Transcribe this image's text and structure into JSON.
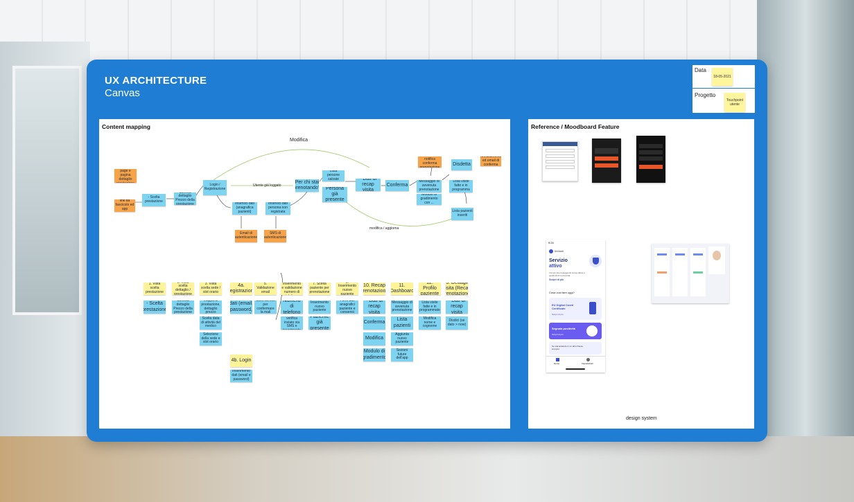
{
  "board": {
    "title": "UX ARCHITECTURE",
    "subtitle": "Canvas",
    "meta": {
      "data_label": "Data",
      "data_value": "18-05-2021",
      "progetto_label": "Progetto",
      "progetto_value": "Touchpoint utente"
    }
  },
  "content_mapping": {
    "title": "Content mapping",
    "flow_labels": {
      "modifica": "Modifica",
      "utente_gia_loggato": "Utente già loggato",
      "modifica_aggiorna": "modifica / aggiorna"
    },
    "flow_notes": [
      {
        "id": "n1",
        "color": "orange",
        "text": "CTA in home page e pagina dettaglio prestazione"
      },
      {
        "id": "n2",
        "color": "orange",
        "text": "link da fascicolo ed app"
      },
      {
        "id": "n3",
        "color": "blue",
        "text": "- Scelta prestazione"
      },
      {
        "id": "n4",
        "color": "blue",
        "text": "Scheda dettaglio Prezzo della prestazione"
      },
      {
        "id": "n5",
        "color": "blue",
        "text": "Login / Registrazione"
      },
      {
        "id": "n6",
        "color": "blue",
        "text": "Inserisci dati (anagrafica pazienti)"
      },
      {
        "id": "n7",
        "color": "blue",
        "text": "Inserisci dati persona non registrata"
      },
      {
        "id": "n8",
        "color": "orange",
        "text": "Email di autenticazione"
      },
      {
        "id": "n9",
        "color": "orange",
        "text": "SMS di autenticazione"
      },
      {
        "id": "n10",
        "color": "blue",
        "text": "Per chi stai prenotando?"
      },
      {
        "id": "n11",
        "color": "blue",
        "text": "Lista persone salvate"
      },
      {
        "id": "n12",
        "color": "blue",
        "text": "Persona già presente"
      },
      {
        "id": "n13",
        "color": "blue",
        "text": "- Dati di recap visita"
      },
      {
        "id": "n14",
        "color": "blue",
        "text": "Conferma"
      },
      {
        "id": "n15",
        "color": "orange",
        "text": "Email e notifica conferma prenotazione"
      },
      {
        "id": "n16",
        "color": "blue",
        "text": "Messaggio di avvenuta prenotazione"
      },
      {
        "id": "n17",
        "color": "blue",
        "text": "Modulo di gradimento con ..."
      },
      {
        "id": "n18",
        "color": "blue",
        "text": "Disdetta"
      },
      {
        "id": "n19",
        "color": "orange",
        "text": "Annullamento ed email di conferma"
      },
      {
        "id": "n20",
        "color": "blue",
        "text": "Lista visite fatte e in programma"
      },
      {
        "id": "n21",
        "color": "blue",
        "text": "Lista pazienti inseriti"
      }
    ],
    "steps": [
      {
        "header": "1. Vista scelta prestazione",
        "items": [
          "- Scelta prestazione"
        ]
      },
      {
        "header": "2. Vista scelta dettaglio / prestazione",
        "items": [
          "Scheda dettaglio Prezzo della prestazione"
        ]
      },
      {
        "header": "3. Vista scelta sede / slot orario",
        "items": [
          "Mappa di prestazione, dettaglio prezzo",
          "Scelta data di attività del medico",
          "Selezione della sede e slot orario"
        ]
      },
      {
        "header": "4a. Registrazione",
        "items": [
          "Inserimento dati (email, password, consensi)"
        ]
      },
      {
        "header": "5. Validazione email",
        "items": [
          "Click sul link per confermare la mail"
        ]
      },
      {
        "header": "6. Inserimento e validazione numero di telefono",
        "items": [
          "Numero di telefono",
          "Codice di verifica inviato via SMS e inserimento"
        ]
      },
      {
        "header": "7. Scelta paziente per prenotazione",
        "items": [
          "Inserimento nuovo paziente",
          "Paziente già presente"
        ]
      },
      {
        "header": "8. Inserimento nuovo paziente",
        "items": [
          "Form dati anagrafici paziente e consensi"
        ]
      },
      {
        "header": "10. Recap prenotazione",
        "items": [
          "- Dati di recap visita",
          "Conferma",
          "Modifica",
          "Modulo di gradimento"
        ]
      },
      {
        "header": "11. Dashboard",
        "items": [
          "Messaggio di avvenuta prenotazione",
          "Lista pazienti",
          "Aggiunta nuovo paziente",
          "Sezioni future dell'app"
        ]
      },
      {
        "header": "12. Profilo paziente",
        "items": [
          "Lista visite fatte e in programmate",
          "Modifica nome e cognome"
        ]
      },
      {
        "header": "13. Dettaglio visita (Recap prenotazione)",
        "items": [
          "- Dati di recap visita",
          "Disdici (se dato > now)"
        ]
      }
    ],
    "login": {
      "header": "4b. Login",
      "item": "Inserimento dati (email e password)"
    }
  },
  "moodboard": {
    "title": "Reference / Moodboard Feature",
    "phone": {
      "status_time": "9:24",
      "brand": "Immuni",
      "heading_line1": "Servizio",
      "heading_line2": "attivo",
      "intro": "Immuni sta proteggendo la tua salute e quella di chi ti circonda",
      "link": "Scopri di più",
      "section_title": "Cosa vuoi fare oggi?",
      "card1_title": "EU Digital Covid Certificate",
      "card1_link": "Scopri di più",
      "card2_title": "Segnala positività",
      "card2_link": "Scopri di più",
      "card3_text": "Se stai andando in un altro Paese europeo",
      "tab_home": "Home",
      "tab_settings": "Impostazioni"
    },
    "design_system_label": "design system"
  },
  "colors": {
    "board_blue": "#1f7ed4",
    "sticky_blue": "#7dd3f0",
    "sticky_yellow": "#fff39a",
    "sticky_orange": "#f7a34a"
  }
}
